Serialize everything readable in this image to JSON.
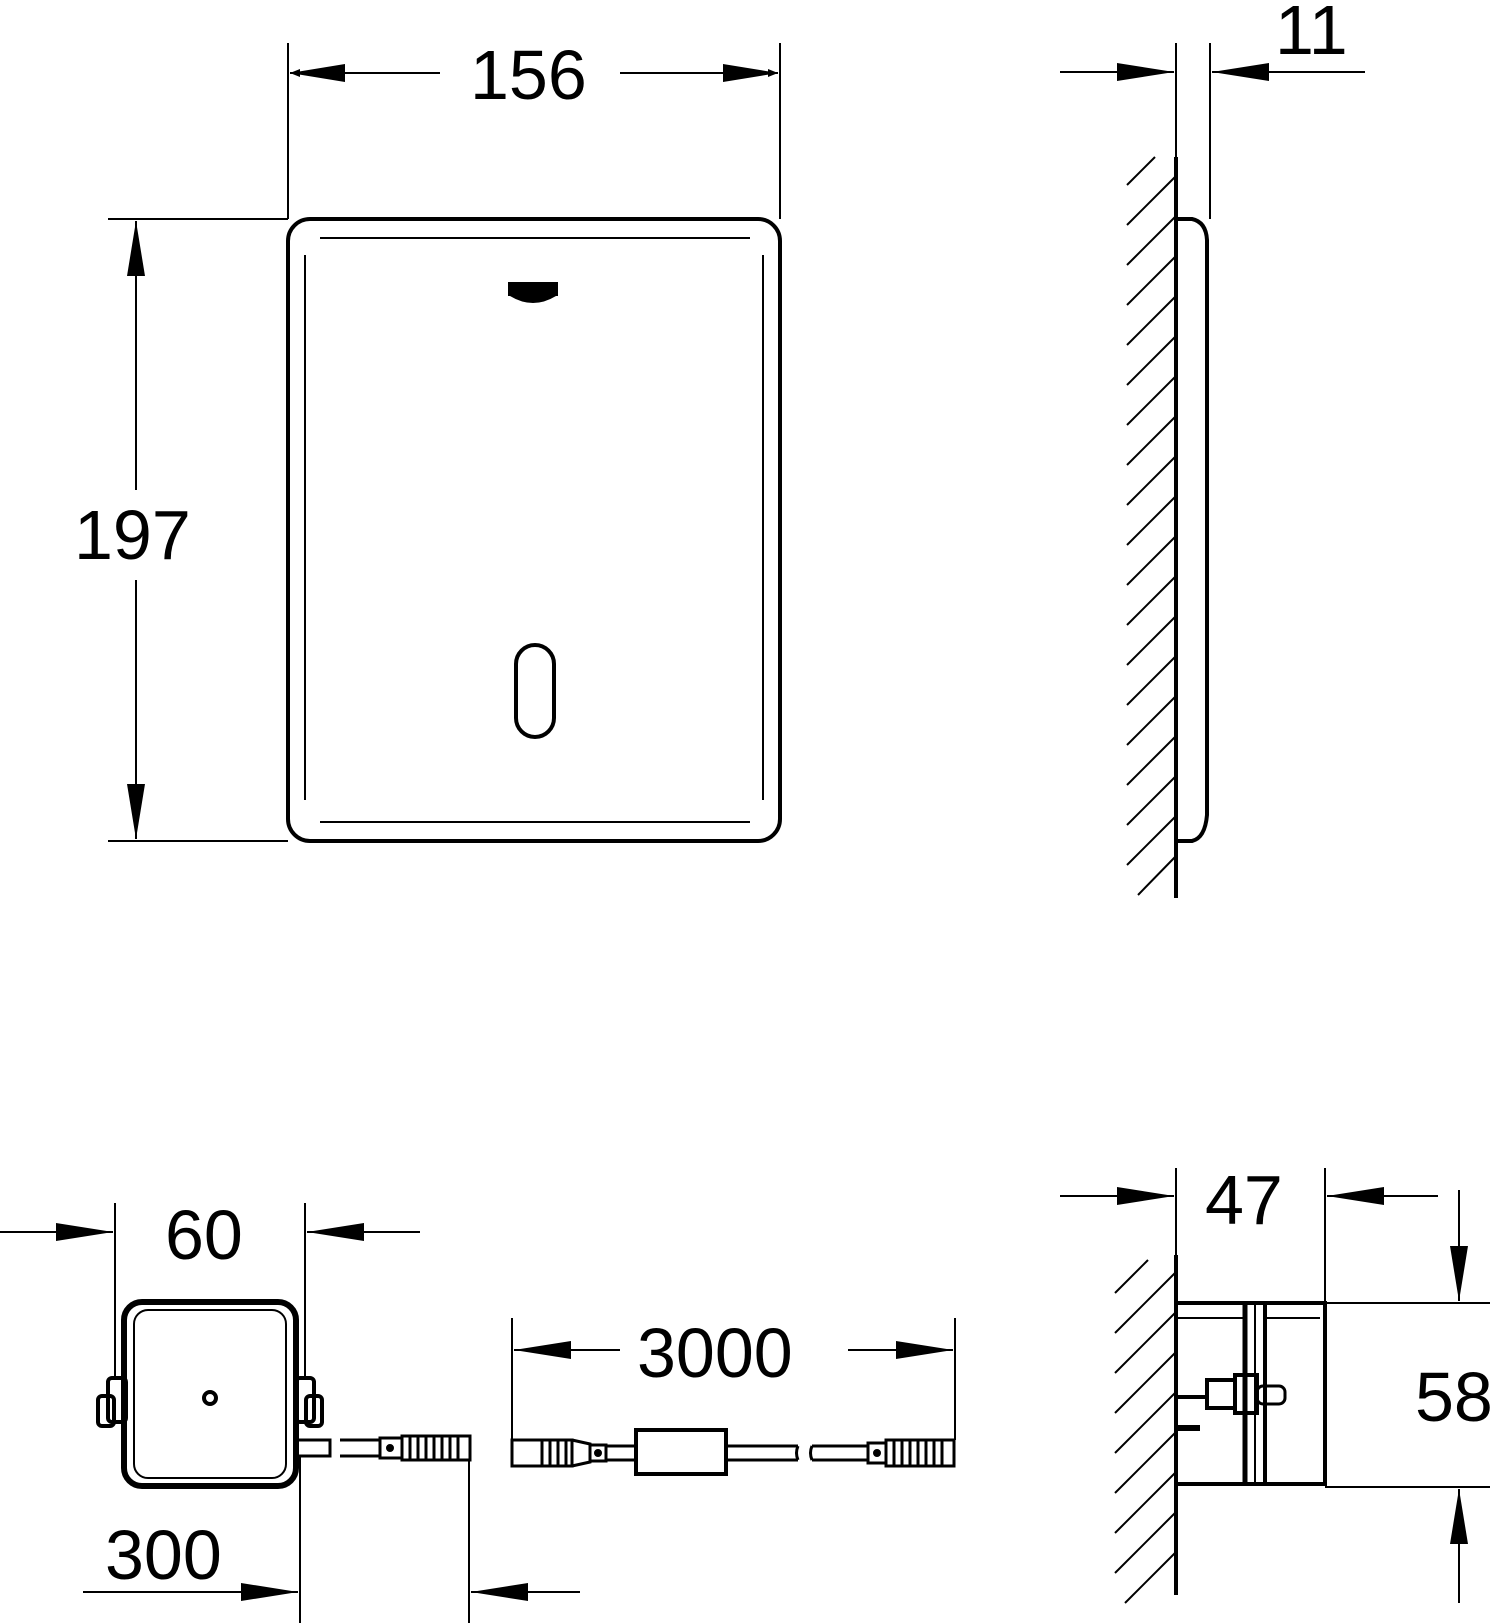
{
  "drawing": {
    "title": "Technical dimension drawing - infra-red flush plate with control box",
    "line_color": "#000000",
    "background": "#ffffff"
  },
  "dimensions": {
    "front_width": "156",
    "front_height": "197",
    "side_depth": "11",
    "box_width": "60",
    "cable_length": "3000",
    "box_cable_length": "300",
    "box_depth": "47",
    "box_height": "58"
  },
  "views": [
    {
      "name": "front-view",
      "description": "Flush plate front, logo at top, IR sensor window lower centre"
    },
    {
      "name": "side-view",
      "description": "Plate mounted on hatched wall, 11 mm projection"
    },
    {
      "name": "control-box-front",
      "description": "Control box with mounting lugs and short cable"
    },
    {
      "name": "extension-cable",
      "description": "3000 mm cable with inline module and connectors"
    },
    {
      "name": "control-box-side",
      "description": "Control box side section on hatched wall"
    }
  ]
}
